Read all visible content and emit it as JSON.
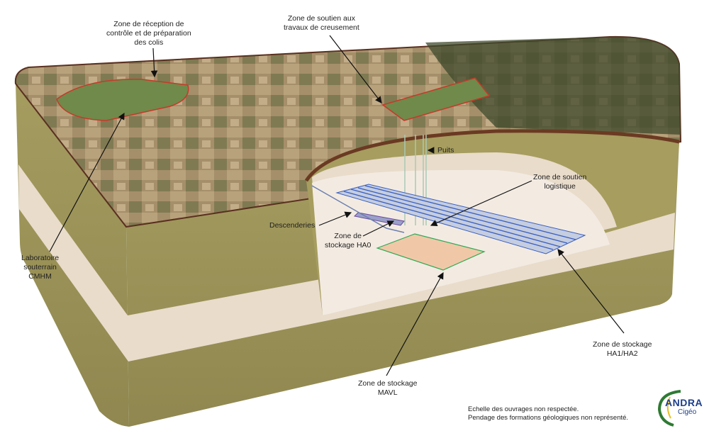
{
  "labels": {
    "reception": "Zone de réception de\ncontrôle et de préparation\ndes colis",
    "soutien_travaux": "Zone de soutien aux\ntravaux de creusement",
    "puits": "Puits",
    "soutien_logistique": "Zone de soutien\nlogistique",
    "descenderies": "Descenderies",
    "ha0": "Zone de\nstockage HA0",
    "laboratoire": "Laboratoire\nsouterrain\nCMHM",
    "ha1ha2": "Zone de stockage\nHA1/HA2",
    "mavl": "Zone de stockage\nMAVL"
  },
  "notes": {
    "line1": "Echelle des ouvrages non respectée.",
    "line2": "Pendage des formations géologiques non représenté."
  },
  "logo": {
    "brand": "ANDRA",
    "sub": "Cigéo"
  },
  "colors": {
    "olive": "#a69d5f",
    "band": "#e9dccb",
    "surface": "#9c8a6a",
    "rim": "#6b3a22",
    "hk": "#3a5fc0",
    "mavl": "#e08b5a"
  }
}
